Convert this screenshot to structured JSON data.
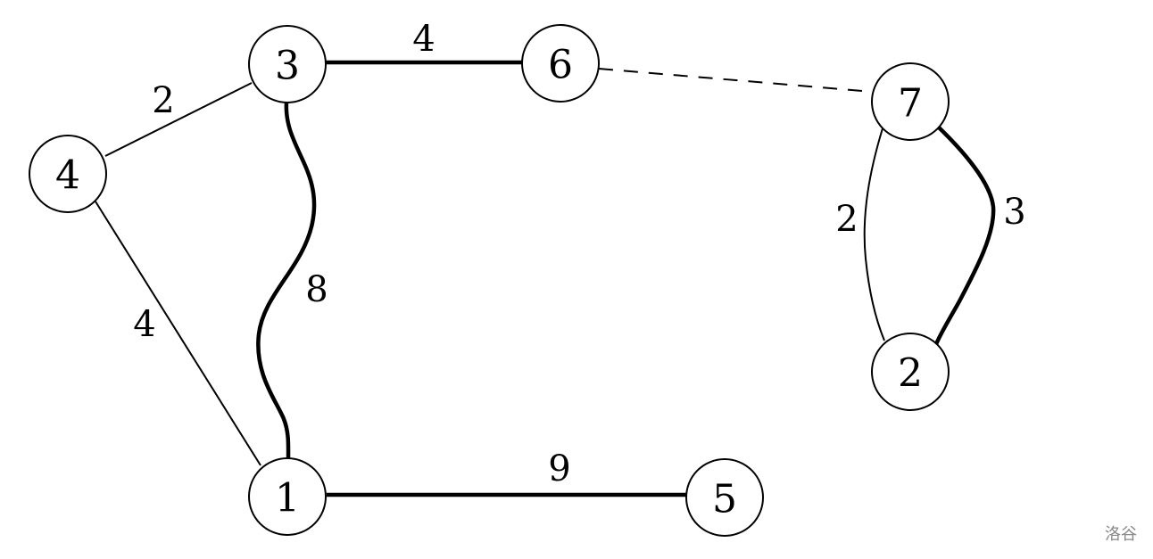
{
  "graph": {
    "nodes": [
      {
        "id": "n1",
        "label": "1"
      },
      {
        "id": "n2",
        "label": "2"
      },
      {
        "id": "n3",
        "label": "3"
      },
      {
        "id": "n4",
        "label": "4"
      },
      {
        "id": "n5",
        "label": "5"
      },
      {
        "id": "n6",
        "label": "6"
      },
      {
        "id": "n7",
        "label": "7"
      }
    ],
    "edges": [
      {
        "from": "3",
        "to": "6",
        "weight": "4",
        "style": "thick"
      },
      {
        "from": "4",
        "to": "3",
        "weight": "2",
        "style": "thin"
      },
      {
        "from": "4",
        "to": "1",
        "weight": "4",
        "style": "thin"
      },
      {
        "from": "3",
        "to": "1",
        "weight": "8",
        "style": "thick"
      },
      {
        "from": "1",
        "to": "5",
        "weight": "9",
        "style": "thick"
      },
      {
        "from": "7",
        "to": "2",
        "weight": "2",
        "style": "thin"
      },
      {
        "from": "7",
        "to": "2",
        "weight": "3",
        "style": "thick"
      },
      {
        "from": "6",
        "to": "7",
        "weight": "",
        "style": "dashed"
      }
    ]
  },
  "watermark": "洛谷"
}
